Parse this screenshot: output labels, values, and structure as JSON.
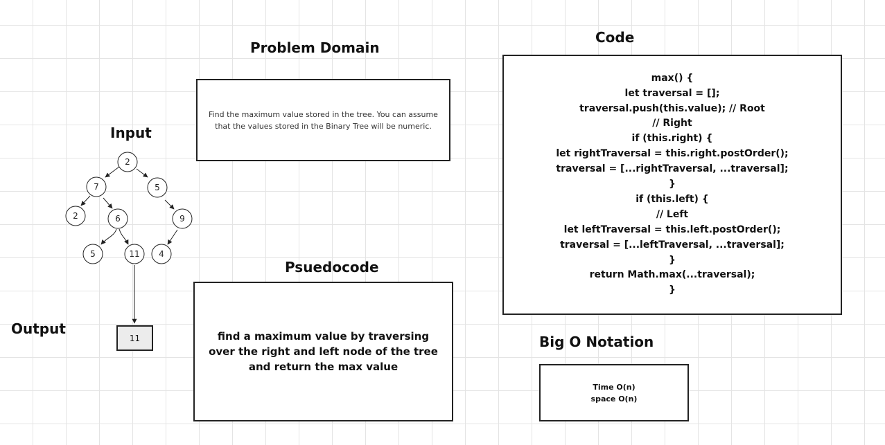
{
  "headings": {
    "problem_domain": "Problem Domain",
    "code": "Code",
    "input": "Input",
    "output": "Output",
    "pseudocode": "Psuedocode",
    "big_o": "Big O Notation"
  },
  "problem_domain_text": "Find the maximum value stored in the tree. You can assume that the values stored in the Binary Tree will be numeric.",
  "pseudocode_text": "find a maximum value by traversing over the right and left node of the tree and return the max value",
  "code_lines": [
    "max() {",
    "let traversal = [];",
    "traversal.push(this.value); // Root",
    "// Right",
    "if (this.right) {",
    "let rightTraversal = this.right.postOrder();",
    "traversal = [...rightTraversal, ...traversal];",
    "}",
    "if (this.left) {",
    "// Left",
    "let leftTraversal = this.left.postOrder();",
    "traversal = [...leftTraversal, ...traversal];",
    "}",
    "return Math.max(...traversal);",
    "}"
  ],
  "big_o_lines": [
    "Time O(n)",
    "space O(n)"
  ],
  "tree_nodes": {
    "root": "2",
    "left": "7",
    "right": "5",
    "left_left": "2",
    "left_right": "6",
    "left_right_left": "5",
    "left_right_right": "11",
    "right_right": "9",
    "right_right_left": "4"
  },
  "output_value": "11"
}
